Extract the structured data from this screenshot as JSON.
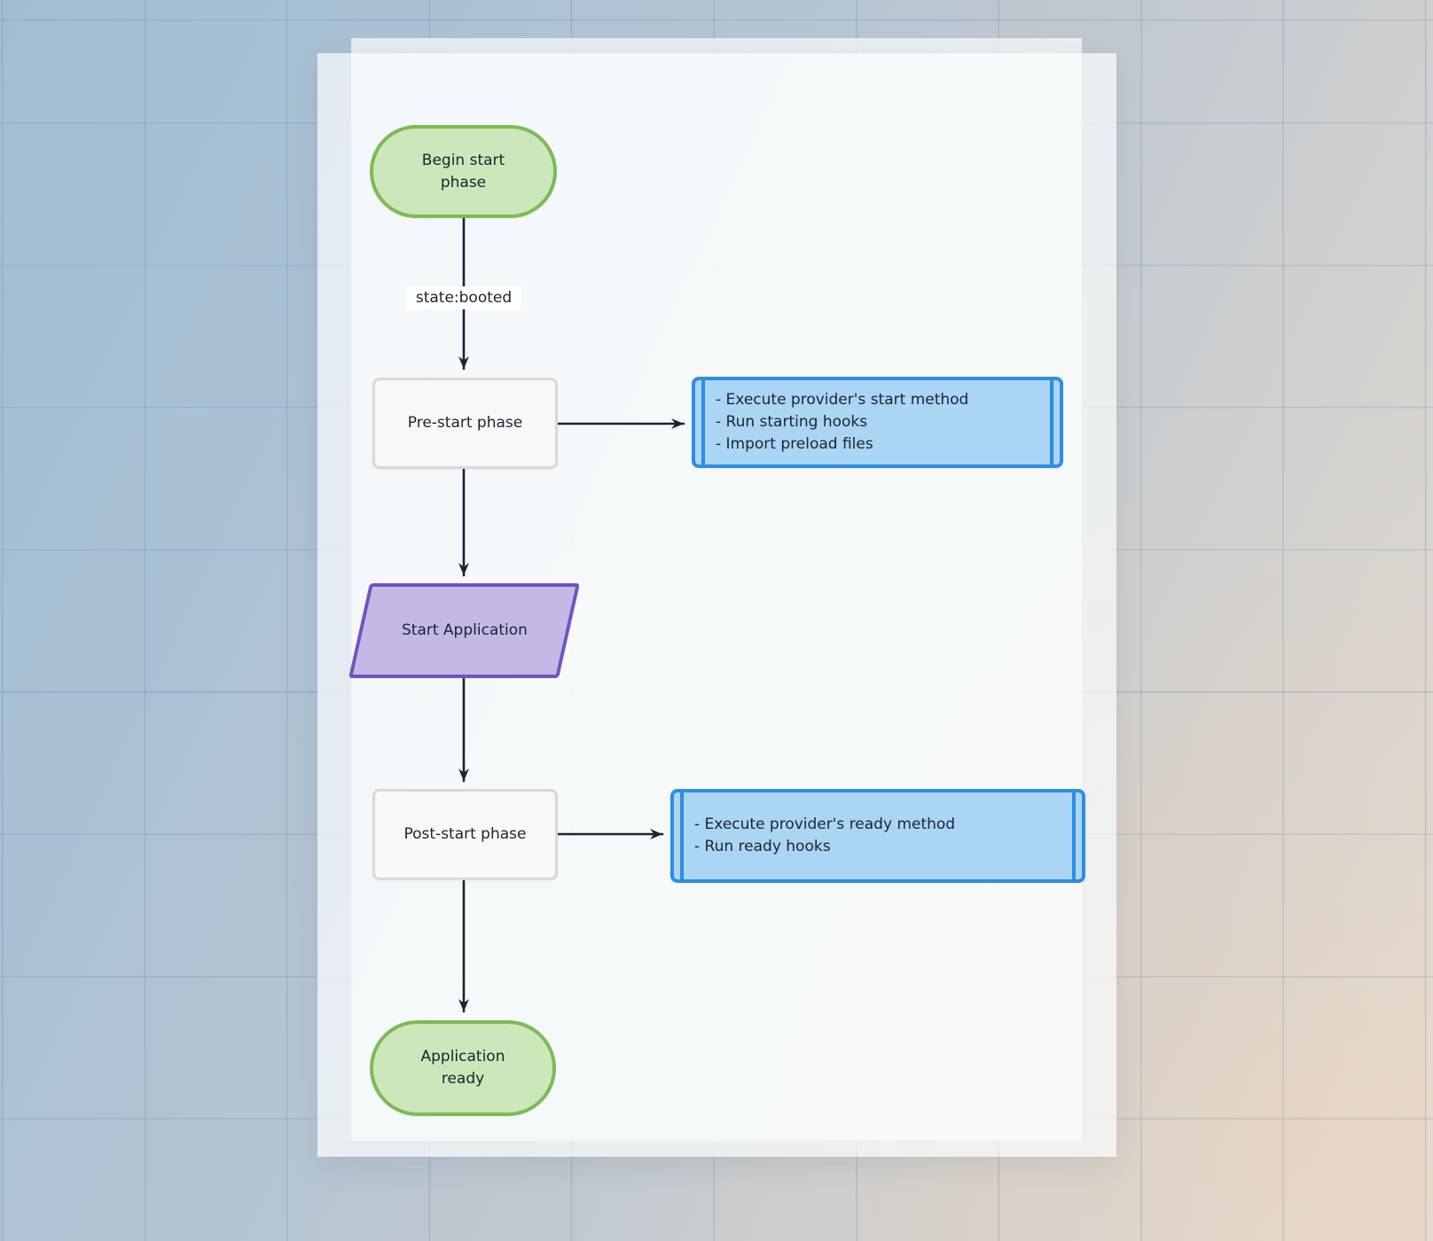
{
  "nodes": {
    "begin": {
      "type": "stadium",
      "label": "Begin start phase"
    },
    "pre_start": {
      "type": "process",
      "label": "Pre-start phase"
    },
    "start_tasks": {
      "type": "subroutine",
      "lines": [
        "- Execute provider's start method",
        "- Run starting hooks",
        "- Import preload files"
      ]
    },
    "start_app": {
      "type": "parallelogram",
      "label": "Start Application"
    },
    "post_start": {
      "type": "process",
      "label": "Post-start phase"
    },
    "ready_tasks": {
      "type": "subroutine",
      "lines": [
        "- Execute provider's ready method",
        "- Run ready hooks"
      ]
    },
    "ready": {
      "type": "stadium",
      "label": "Application ready"
    }
  },
  "edges": {
    "begin_to_pre_label": "state:booted"
  },
  "theme": {
    "green_fill": "#cde6ba",
    "green_border": "#7cbb56",
    "blue_fill": "#aad5f4",
    "blue_border": "#2f8de2",
    "purple_fill": "#c4b9e6",
    "purple_border": "#6f55c0",
    "process_fill": "#f8f8f8",
    "process_border": "#d8d8db",
    "label_bg": "#ffffff",
    "arrow": "#1a2433",
    "text": "#1b2430"
  }
}
